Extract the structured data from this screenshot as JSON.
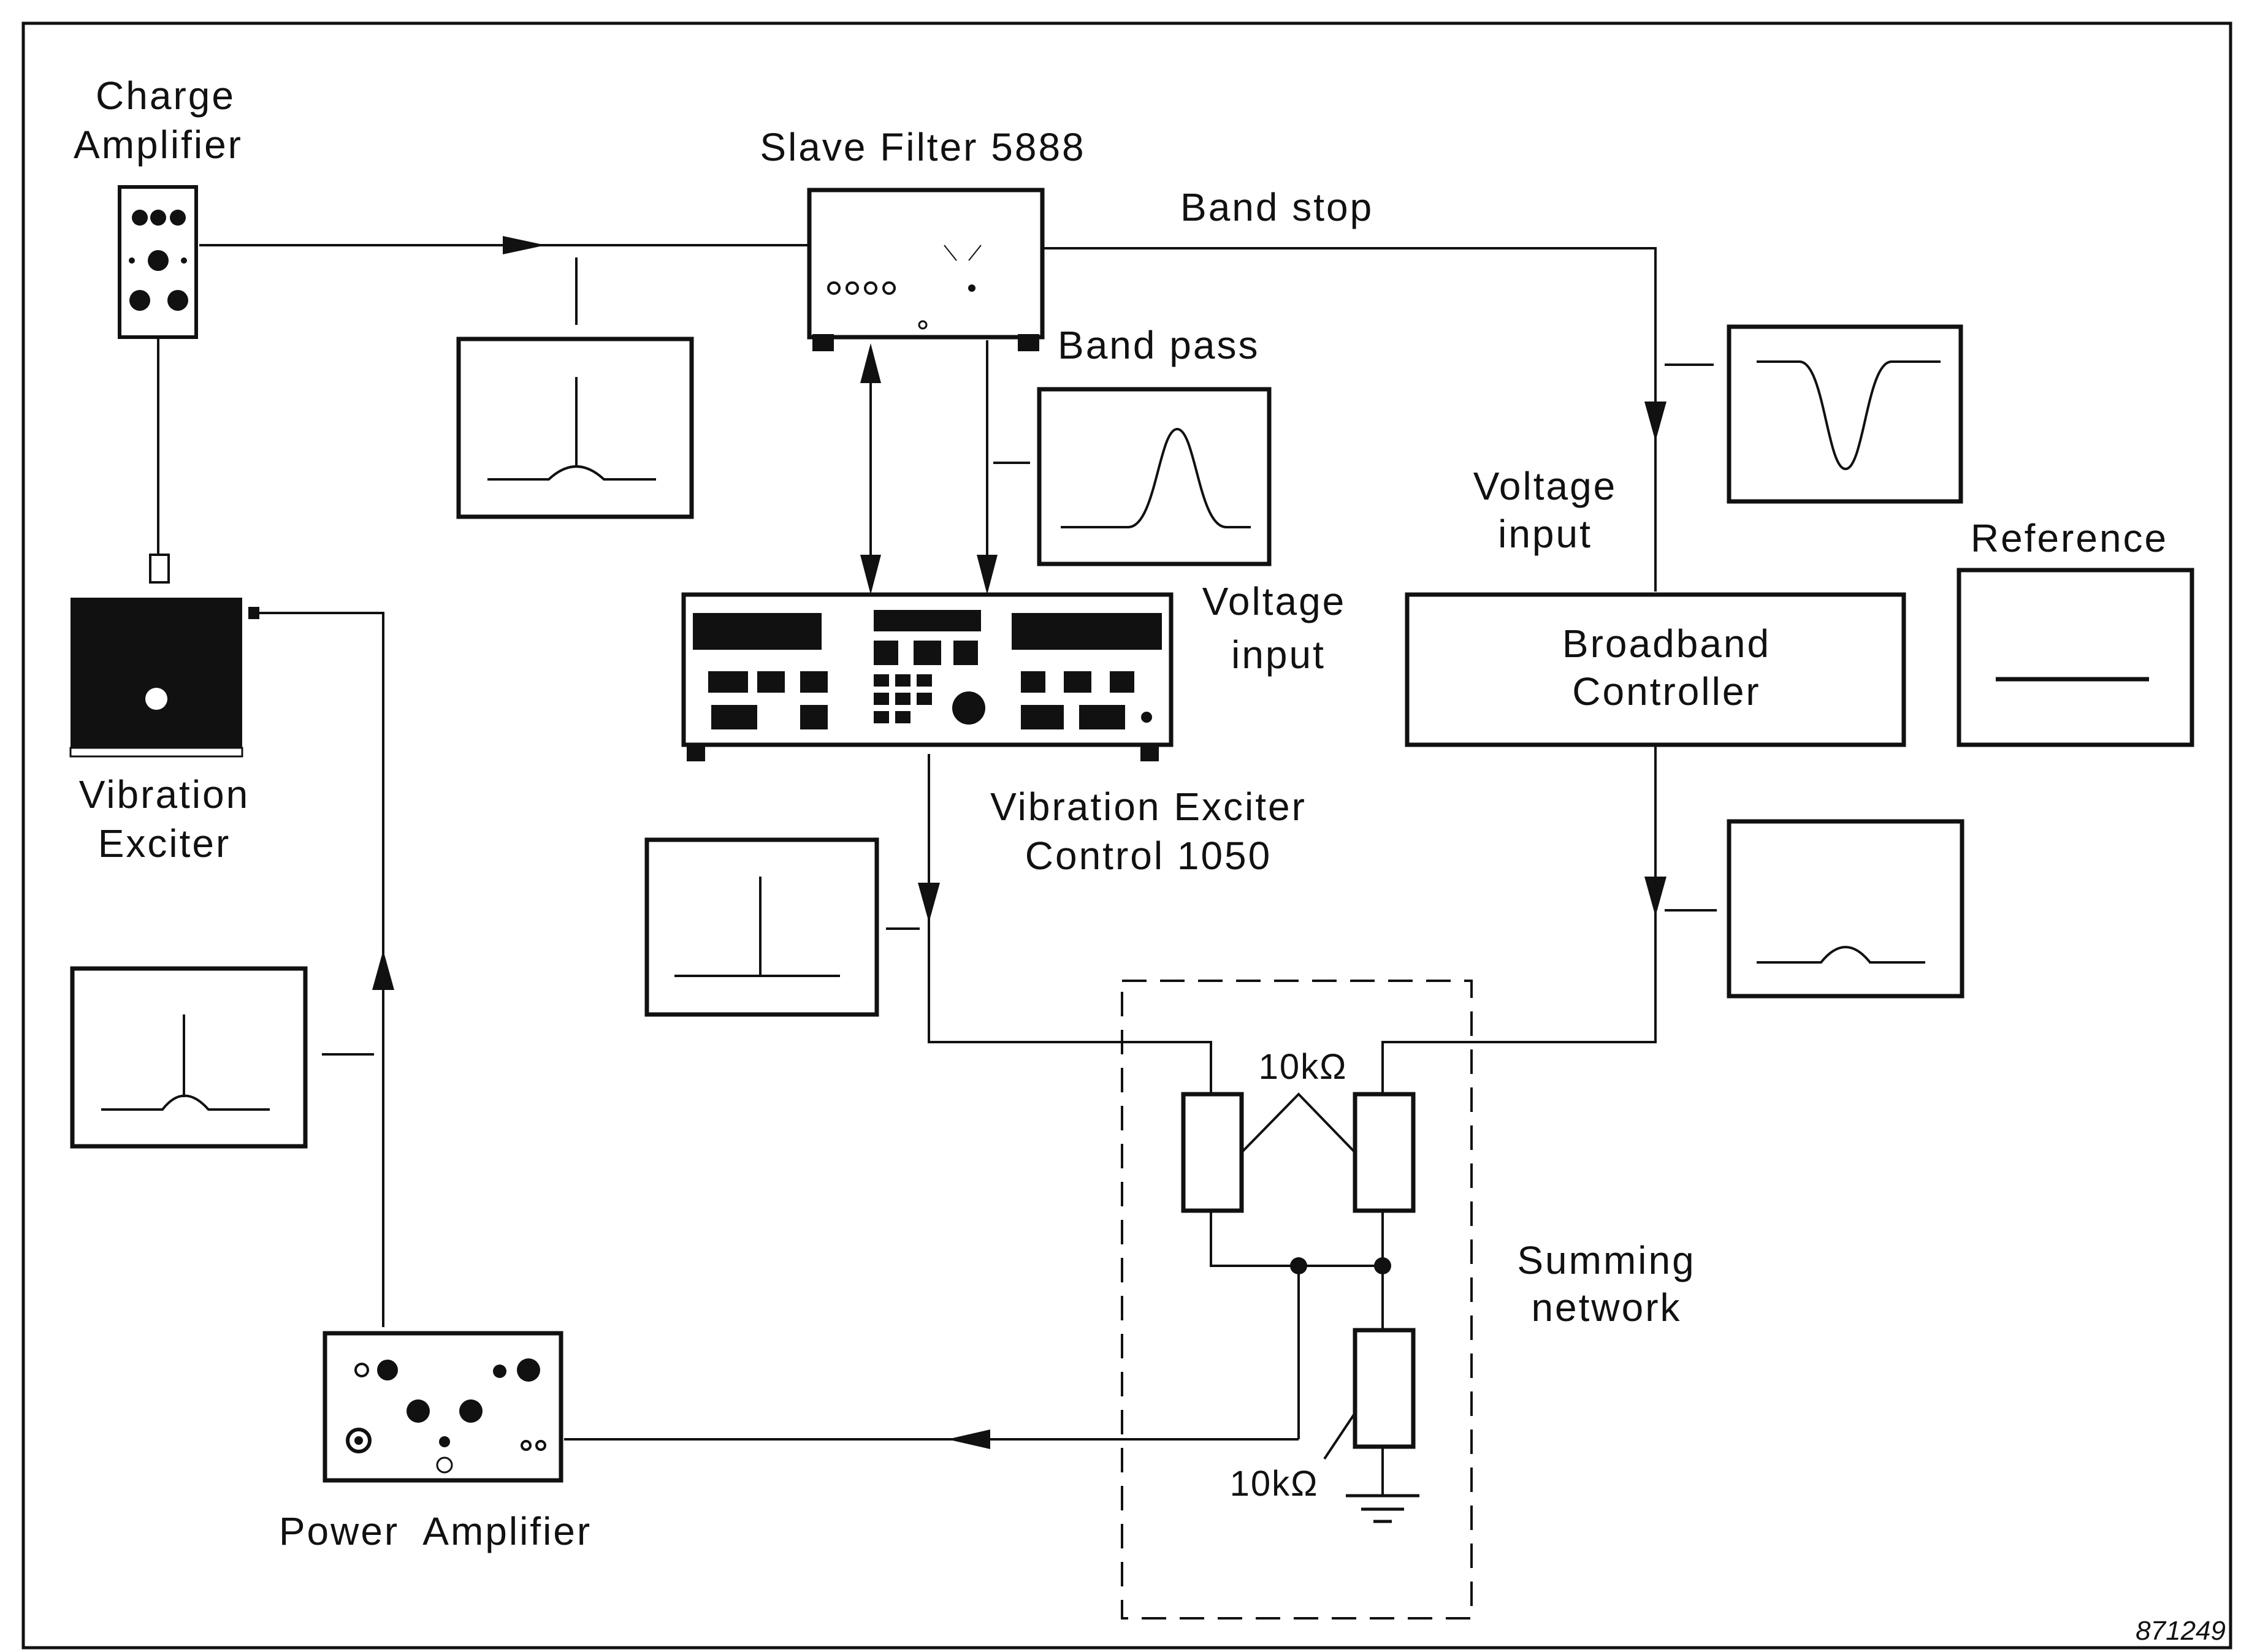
{
  "labels": {
    "charge_amplifier_1": "Charge",
    "charge_amplifier_2": "Amplifier",
    "slave_filter": "Slave Filter 5888",
    "band_stop": "Band stop",
    "band_pass": "Band pass",
    "voltage_input_left_1": "Voltage",
    "voltage_input_left_2": "input",
    "voltage_input_right_1": "Voltage",
    "voltage_input_right_2": "input",
    "reference": "Reference",
    "controller_1": "Broadband",
    "controller_2": "Controller",
    "vibration_exciter_1": "Vibration",
    "vibration_exciter_2": "Exciter",
    "vec_1": "Vibration Exciter",
    "vec_2": "Control 1050",
    "resistor_top": "10kΩ",
    "resistor_bottom": "10kΩ",
    "summing_1": "Summing",
    "summing_2": "network",
    "power_amplifier": "Power  Amplifier",
    "figure_number": "871249"
  }
}
